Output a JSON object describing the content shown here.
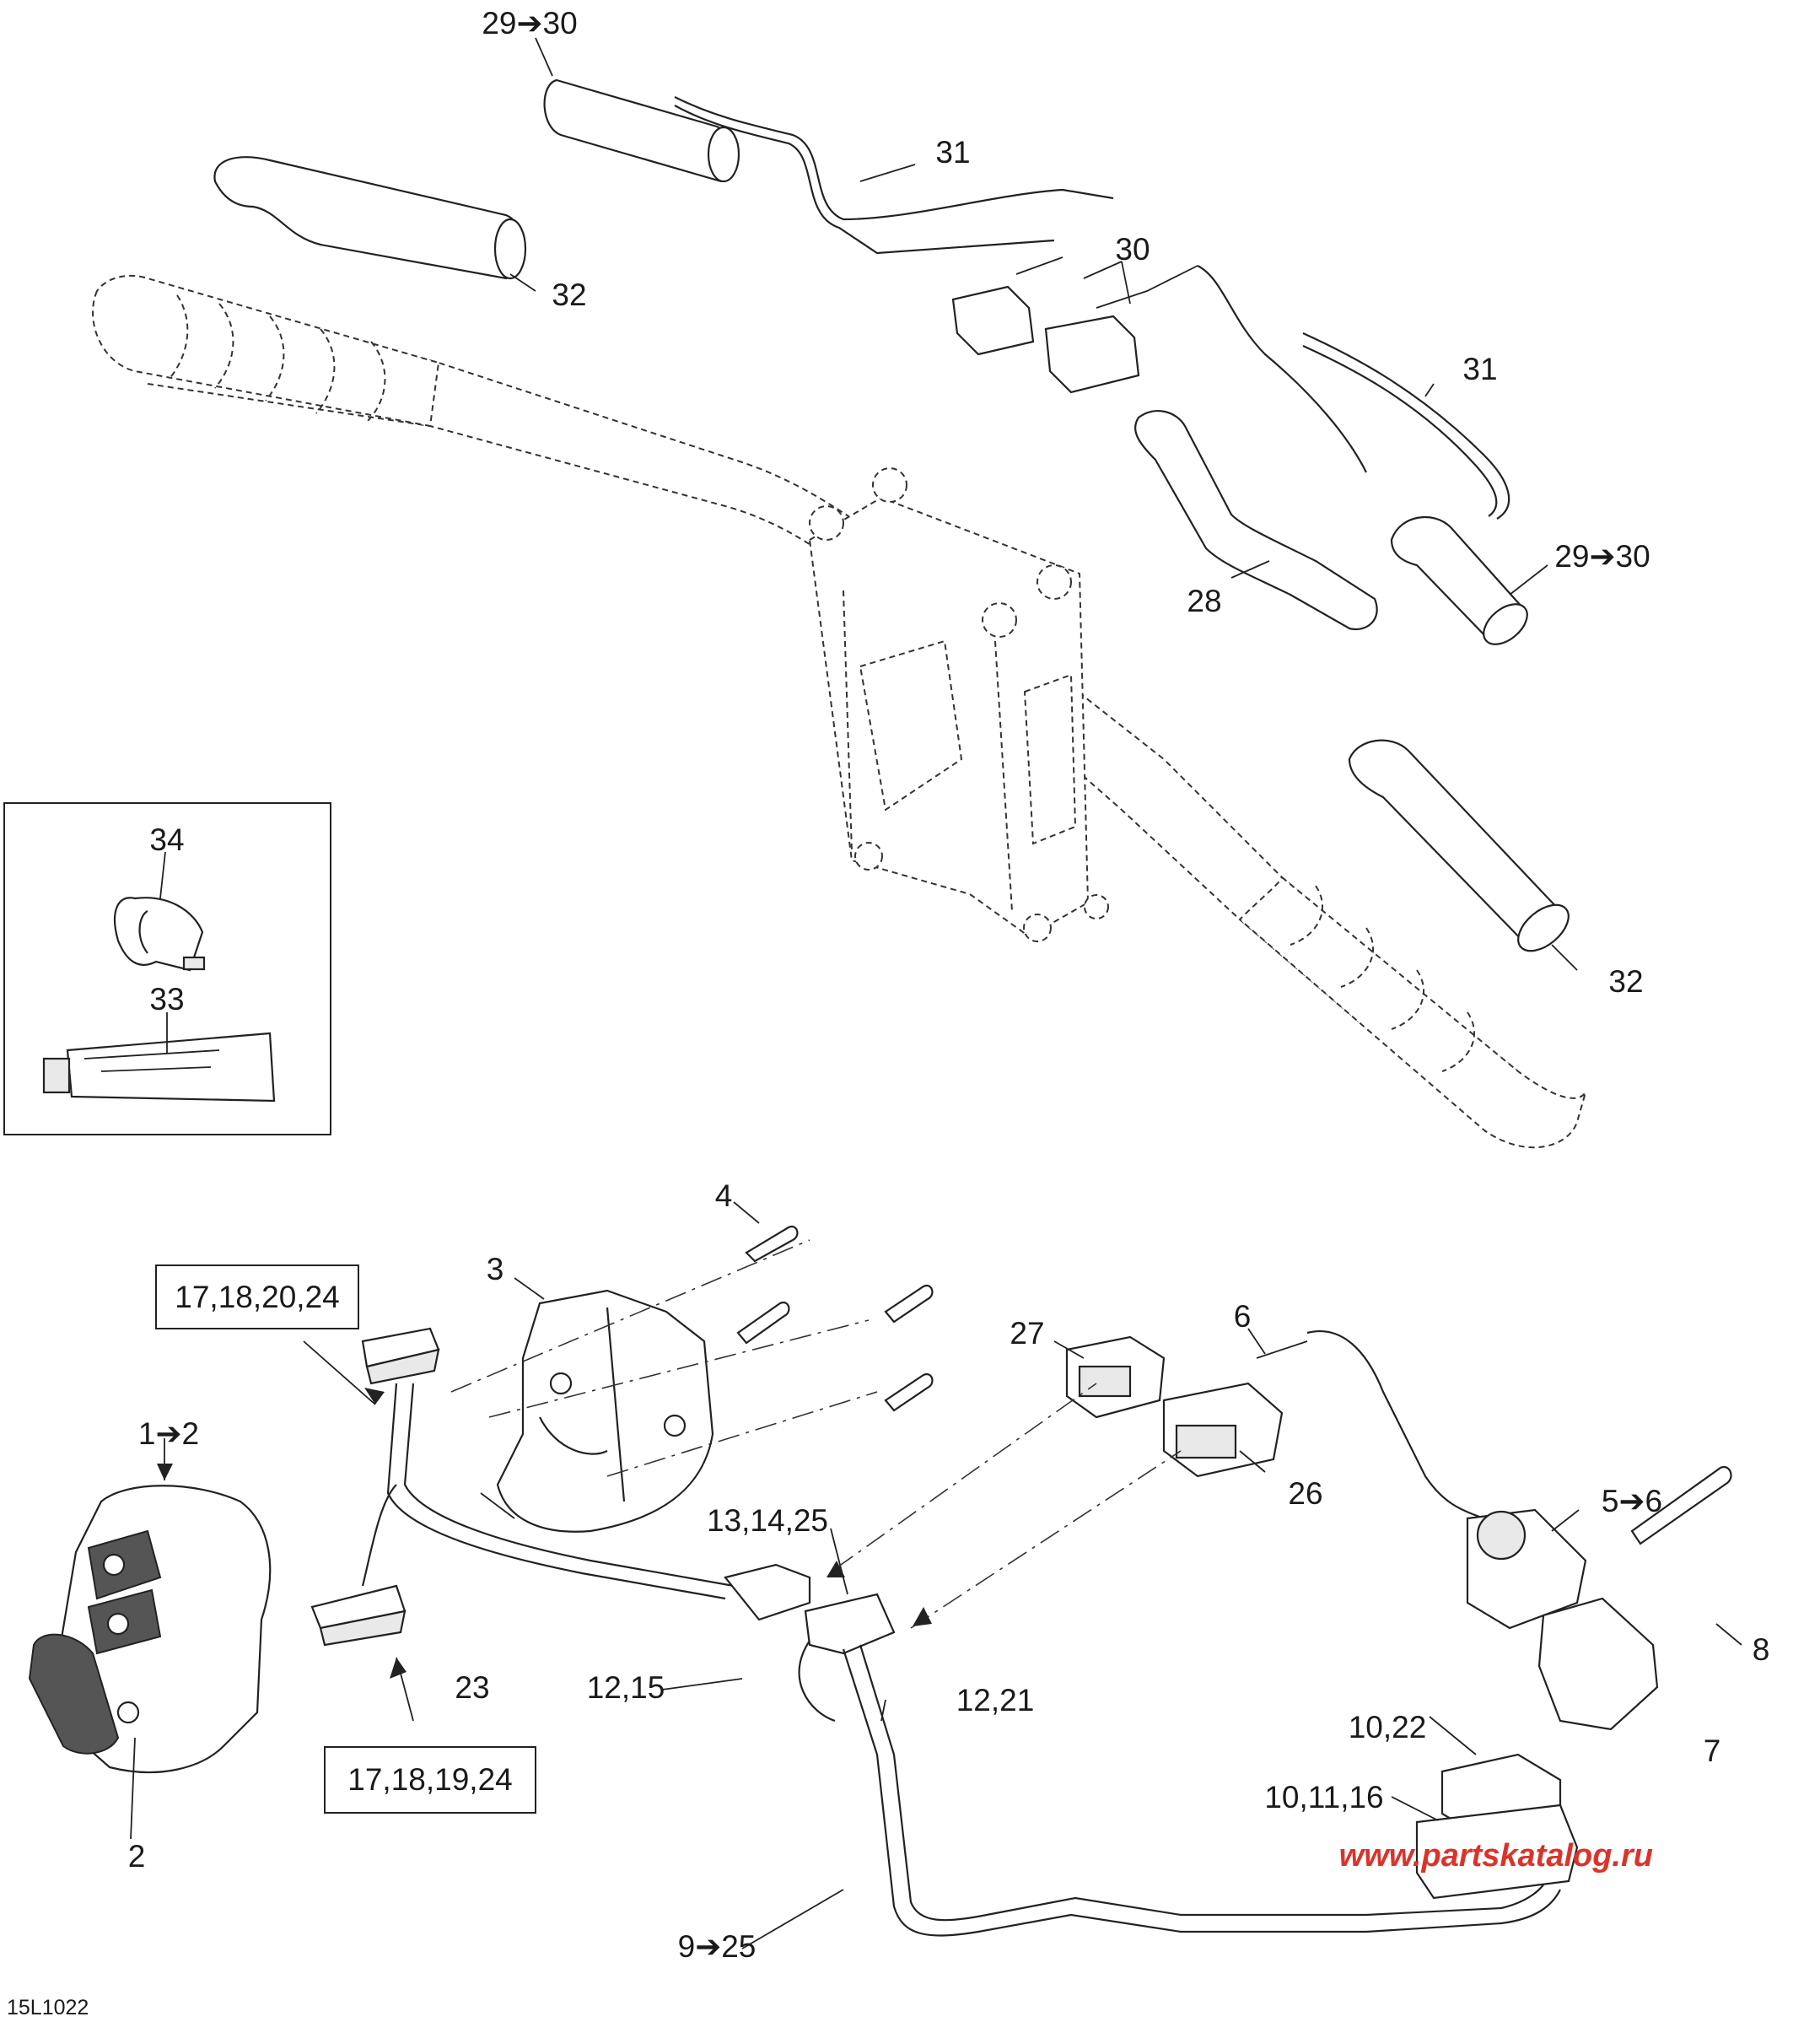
{
  "diagram_code": "15L1022",
  "watermark": "www.partskatalog.ru",
  "colors": {
    "ink": "#1a1a1a",
    "watermark": "#d9342b",
    "frame": "#222222"
  },
  "callouts": {
    "c29_30_top": "29➔30",
    "c31_top": "31",
    "c32_top": "32",
    "c30": "30",
    "c31_right": "31",
    "c29_30_right": "29➔30",
    "c28": "28",
    "c34": "34",
    "c33": "33",
    "c32_right": "32",
    "c4": "4",
    "c3": "3",
    "c6": "6",
    "c27": "27",
    "c26": "26",
    "c1_2": "1➔2",
    "c5_6": "5➔6",
    "c13_14_25": "13,14,25",
    "c8": "8",
    "c23": "23",
    "c12_15": "12,15",
    "c12_21": "12,21",
    "c7": "7",
    "c10_22": "10,22",
    "c10_11_16": "10,11,16",
    "c2": "2",
    "c9_25": "9➔25"
  },
  "boxed_callouts": {
    "b17_18_20_24": "17,18,20,24",
    "b17_18_19_24": "17,18,19,24"
  }
}
